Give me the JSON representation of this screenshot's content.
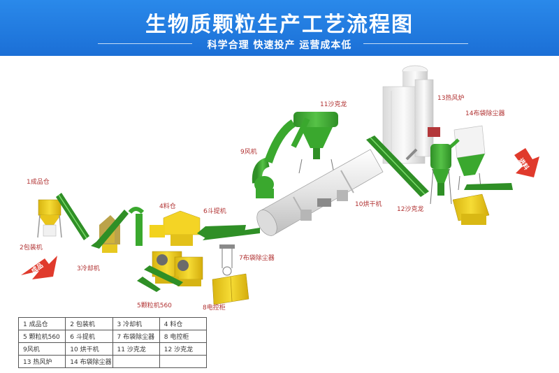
{
  "header": {
    "title": "生物质颗粒生产工艺流程图",
    "subtitle": "科学合理 快速投产  运营成本低",
    "background_color": "#1b6fd6"
  },
  "diagram": {
    "labels": {
      "l1": "1成品仓",
      "l2": "2包装机",
      "l3": "3冷却机",
      "l4": "4料仓",
      "l5": "5颗粒机560",
      "l6": "6斗提机",
      "l7": "7布袋除尘器",
      "l8": "8电控柜",
      "l9": "9风机",
      "l10": "10烘干机",
      "l11": "11沙克龙",
      "l12": "12沙克龙",
      "l13": "13热风炉",
      "l14": "14布袋除尘器"
    },
    "arrow_out_text": "成品",
    "arrow_in_text": "进料",
    "colors": {
      "equipment_green": "#3aa82e",
      "equipment_yellow": "#f2d21e",
      "dryer_white": "#eeeeee",
      "arrow_red": "#e03a2c"
    }
  },
  "legend": {
    "rows": [
      [
        "1 成品仓",
        "2 包装机",
        "3 冷却机",
        "4 料仓"
      ],
      [
        "5 颗粒机560",
        "6 斗提机",
        "7 布袋除尘器",
        "8 电控柜"
      ],
      [
        "9风机",
        "10 烘干机",
        "11 沙克龙",
        "12 沙克龙"
      ],
      [
        "13 热风炉",
        "14 布袋除尘器",
        "",
        ""
      ]
    ]
  }
}
